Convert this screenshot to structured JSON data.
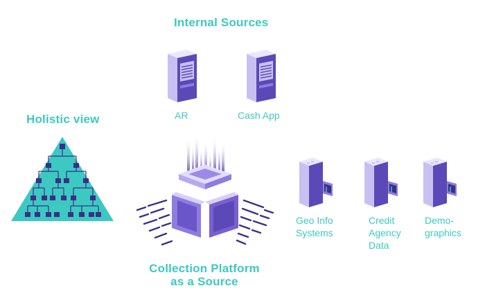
{
  "colors": {
    "teal": "#3cc9c2",
    "server_front": "#5b49b8",
    "server_side": "#c9c0f2",
    "server_top": "#ebe7fb",
    "server_dark": "#3b2f86",
    "platform_purple": "#7a5fd0"
  },
  "titles": {
    "internal_sources": "Internal Sources",
    "holistic_view": "Holistic view",
    "collection_platform": "Collection Platform\nas a Source"
  },
  "internal_sources": [
    {
      "label": "AR",
      "icon": "server-tower-icon"
    },
    {
      "label": "Cash App",
      "icon": "server-tower-icon"
    }
  ],
  "external_sources": [
    {
      "label": "Geo Info\nSystems",
      "icon": "data-cabinet-icon"
    },
    {
      "label": "Credit\nAgency\nData",
      "icon": "data-cabinet-icon"
    },
    {
      "label": "Demo-\ngraphics",
      "icon": "data-cabinet-icon"
    }
  ],
  "icons": {
    "holistic": "hierarchy-pyramid-icon",
    "platform": "collection-platform-icon"
  }
}
